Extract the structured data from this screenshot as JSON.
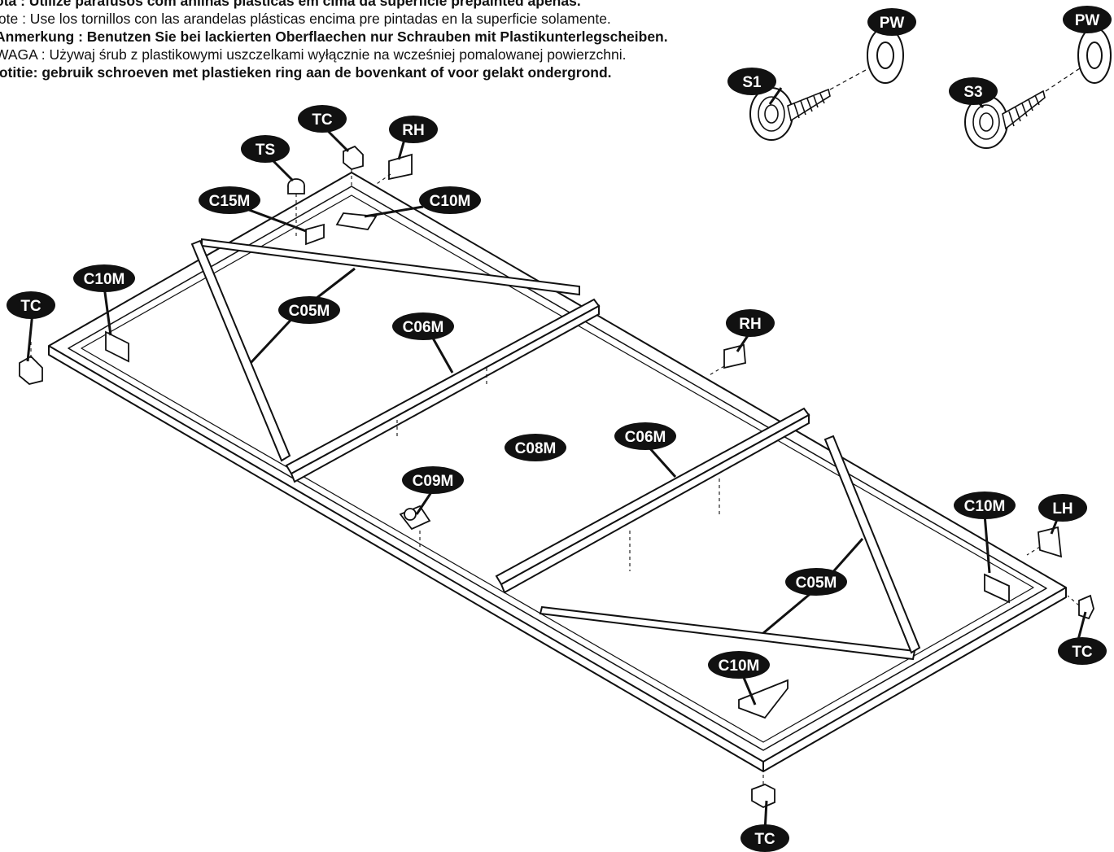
{
  "notes": [
    {
      "text": "ota : Utilize parafusos com anilhas plasticas em cima da superficie prepainted apenas.",
      "bold": true
    },
    {
      "text": "lote :  Use los tornillos con las arandelas plásticas encima pre pintadas en la superficie solamente.",
      "bold": false
    },
    {
      "text": "Anmerkung : Benutzen Sie bei lackierten Oberflaechen nur Schrauben mit Plastikunterlegscheiben.",
      "bold": true
    },
    {
      "text": "WAGA : Używaj śrub z plastikowymi uszczelkami wyłącznie na  wcześniej pomalowanej powierzchni.",
      "bold": false
    },
    {
      "text": "lotitie: gebruik schroeven met plastieken ring aan de bovenkant of voor gelakt ondergrond.",
      "bold": true
    }
  ],
  "labels": {
    "pw_left": "PW",
    "pw_right": "PW",
    "s1": "S1",
    "s3": "S3",
    "tc_top": "TC",
    "rh_top": "RH",
    "ts": "TS",
    "c15m": "C15M",
    "c10m_top": "C10M",
    "c10m_left": "C10M",
    "tc_left": "TC",
    "c05m_left": "C05M",
    "c06m_left": "C06M",
    "rh_right": "RH",
    "c08m": "C08M",
    "c06m_right": "C06M",
    "c09m": "C09M",
    "c10m_right": "C10M",
    "lh": "LH",
    "c05m_right": "C05M",
    "tc_right": "TC",
    "c10m_bottom": "C10M",
    "tc_bottom": "TC"
  },
  "colors": {
    "ink": "#111111",
    "label_fill": "#111111",
    "label_text": "#ffffff"
  }
}
